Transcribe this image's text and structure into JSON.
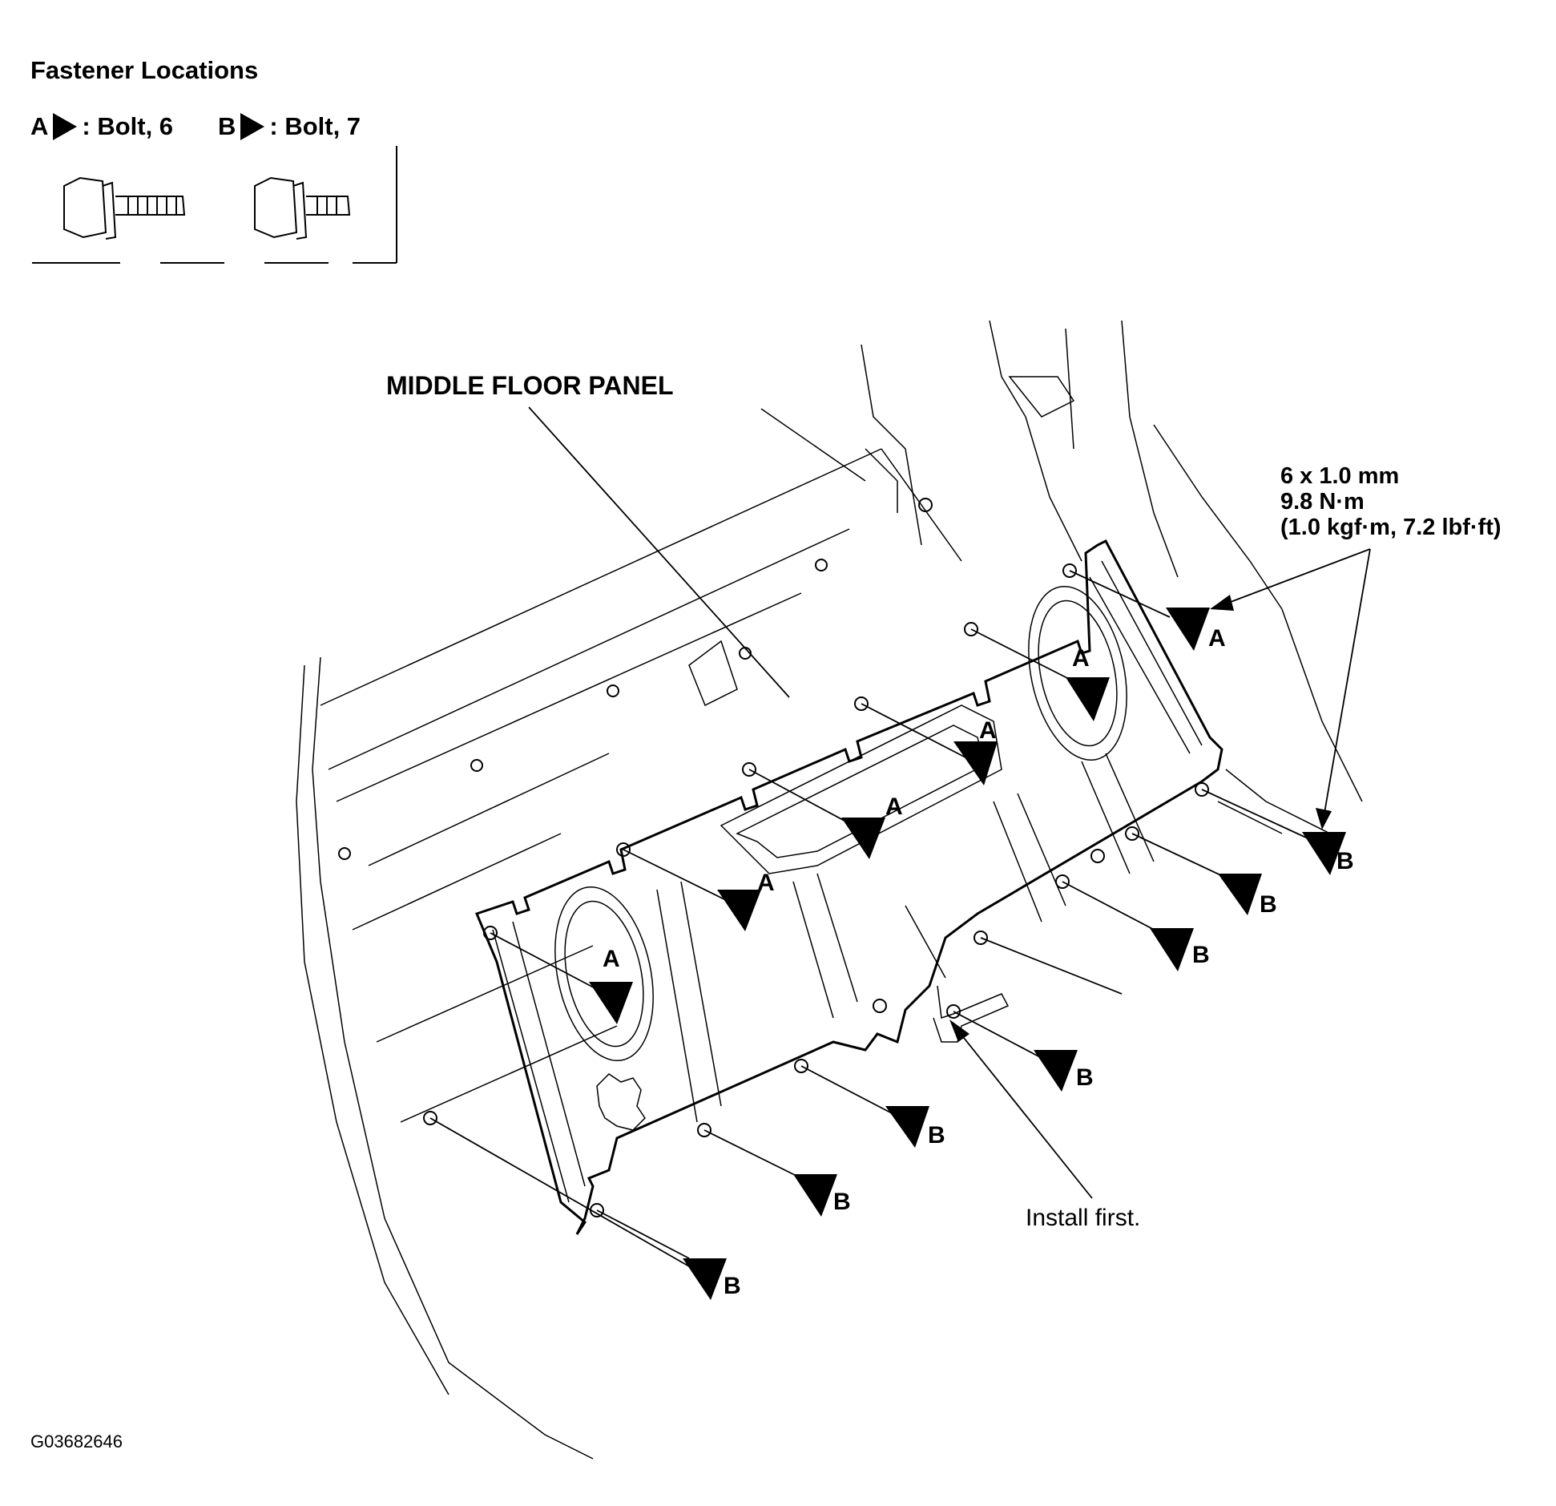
{
  "legend": {
    "title": "Fastener Locations",
    "a_letter": "A",
    "a_text": ": Bolt, 6",
    "b_letter": "B",
    "b_text": ": Bolt, 7"
  },
  "labels": {
    "panel": "MIDDLE FLOOR PANEL",
    "torque_line1": "6 x 1.0 mm",
    "torque_line2": "9.8 N·m",
    "torque_line3": "(1.0 kgf·m, 7.2 lbf·ft)",
    "install_first": "Install first.",
    "figure_id": "G03682646"
  },
  "callouts": {
    "a": "A",
    "b": "B"
  },
  "colors": {
    "ink": "#000000",
    "paper": "#ffffff"
  }
}
